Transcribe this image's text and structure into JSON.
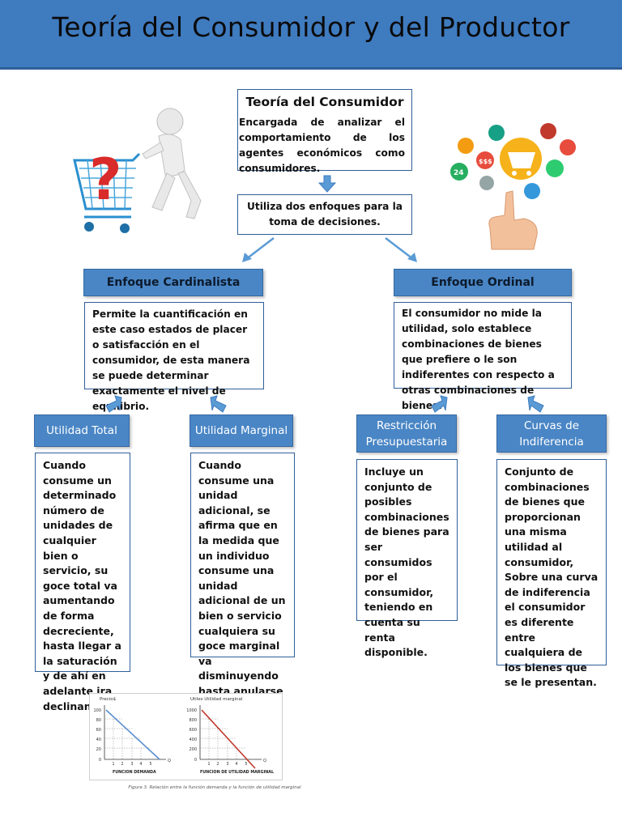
{
  "banner": {
    "title": "Teoría del Consumidor y del Productor"
  },
  "consumer": {
    "title": "Teoría del Consumidor",
    "description": "Encargada de analizar el comportamiento de los agentes económicos como consumidores.",
    "approaches": "Utiliza dos enfoques para la toma de decisiones."
  },
  "cardinal": {
    "title": "Enfoque Cardinalista",
    "description": "Permite la cuantificación en este caso estados de placer o satisfacción en el consumidor, de esta manera se puede determinar exactamente el nivel de equilibrio.",
    "total": {
      "title": "Utilidad Total",
      "description": "Cuando consume un determinado número de unidades de cualquier bien o servicio, su goce total va aumentando de forma decreciente, hasta llegar a la saturación y de ahí en adelante ira declinando."
    },
    "marginal": {
      "title": "Utilidad Marginal",
      "description": "Cuando consume una unidad adicional, se afirma que en la medida que un individuo consume una unidad adicional de un bien o servicio cualquiera su goce marginal va disminuyendo hasta anularse y hacerse negativo."
    }
  },
  "ordinal": {
    "title": "Enfoque Ordinal",
    "description": "El consumidor no mide la utilidad, solo establece combinaciones de bienes que prefiere o le son indiferentes con respecto a otras combinaciones de bienes.",
    "budget": {
      "title": "Restricción Presupuestaria",
      "description": "Incluye un conjunto de posibles combinaciones de bienes para ser consumidos por el consumidor, teniendo en cuenta su renta disponible."
    },
    "curves": {
      "title": "Curvas de Indiferencia",
      "description": "Conjunto de combinaciones de bienes que proporcionan una misma utilidad al consumidor, Sobre una curva de indiferencia el consumidor es diferente entre cualquiera de los bienes que se le presentan."
    }
  },
  "figure": {
    "caption": "Figura 3. Relación entre la función demanda y la función de utilidad marginal",
    "demand": {
      "ylabel": "Precio$",
      "xlabel": "FUNCION DEMANDA",
      "axis_q": "Q",
      "yticks": [
        "100",
        "80",
        "60",
        "40",
        "20",
        "0"
      ],
      "xticks": [
        "1",
        "2",
        "3",
        "4",
        "5"
      ],
      "color": "#5b8fd0"
    },
    "utility": {
      "ylabel": "Utiles  Utilidad marginal",
      "xlabel": "FUNCION DE UTILIDAD MARGINAL",
      "axis_q": "Q",
      "yticks": [
        "1000",
        "800",
        "600",
        "400",
        "200",
        "0"
      ],
      "xticks": [
        "1",
        "2",
        "3",
        "4",
        "5"
      ],
      "color": "#c0392b"
    }
  },
  "icons": {
    "sign": "$$$",
    "badge": "24"
  },
  "colors": {
    "accent": "#4a86c5",
    "border": "#2f5f9a",
    "arrow": "#5b9bd5"
  }
}
